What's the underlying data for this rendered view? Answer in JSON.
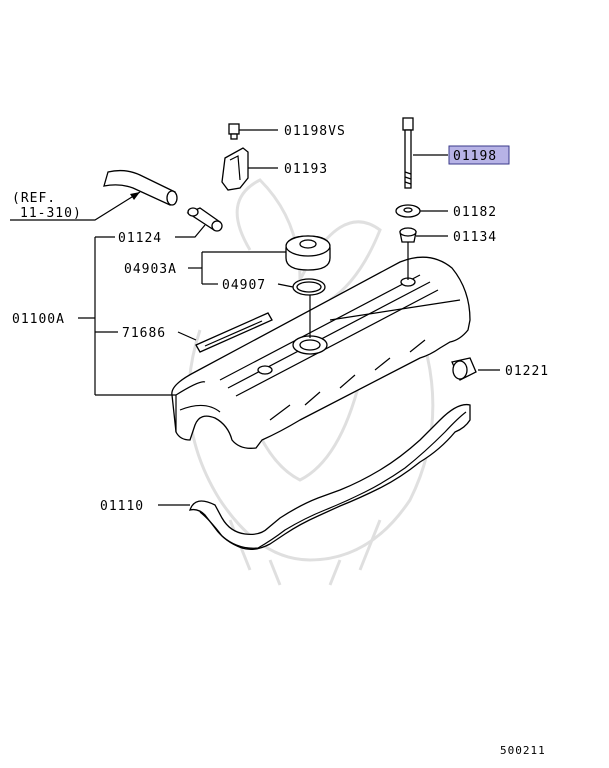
{
  "diagram": {
    "reference_label_line1": "(REF.",
    "reference_label_line2": "11-310)",
    "diagram_code": "500211",
    "highlight_color": "#b7b3e6",
    "callouts": {
      "p01198vs": "01198VS",
      "p01193": "01193",
      "p01198": "01198",
      "p01182": "01182",
      "p01134": "01134",
      "p01124": "01124",
      "p04903a": "04903A",
      "p04907": "04907",
      "p01100a": "01100A",
      "p71686": "71686",
      "p01221": "01221",
      "p01110": "01110"
    }
  }
}
